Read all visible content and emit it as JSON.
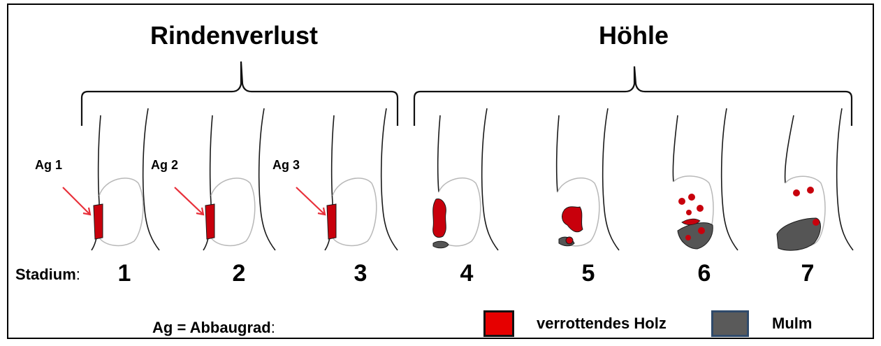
{
  "headers": {
    "left": "Rindenverlust",
    "right": "Höhle"
  },
  "ag_labels": [
    "Ag 1",
    "Ag 2",
    "Ag 3"
  ],
  "stadium": {
    "label": "Stadium",
    "colon": ":",
    "numbers": [
      "1",
      "2",
      "3",
      "4",
      "5",
      "6",
      "7"
    ]
  },
  "legend": {
    "abbr_label": "Ag = Abbaugrad",
    "abbr_colon": ":",
    "items": [
      {
        "label": "verrottendes Holz",
        "color": "#e60000"
      },
      {
        "label": "Mulm",
        "color": "#5a5a5a"
      }
    ]
  },
  "colors": {
    "arrow": "#e8303a",
    "decay": "#c8000c",
    "mulm": "#555555",
    "outline": "#1a1a1a",
    "ring": "#bbbbbb"
  }
}
